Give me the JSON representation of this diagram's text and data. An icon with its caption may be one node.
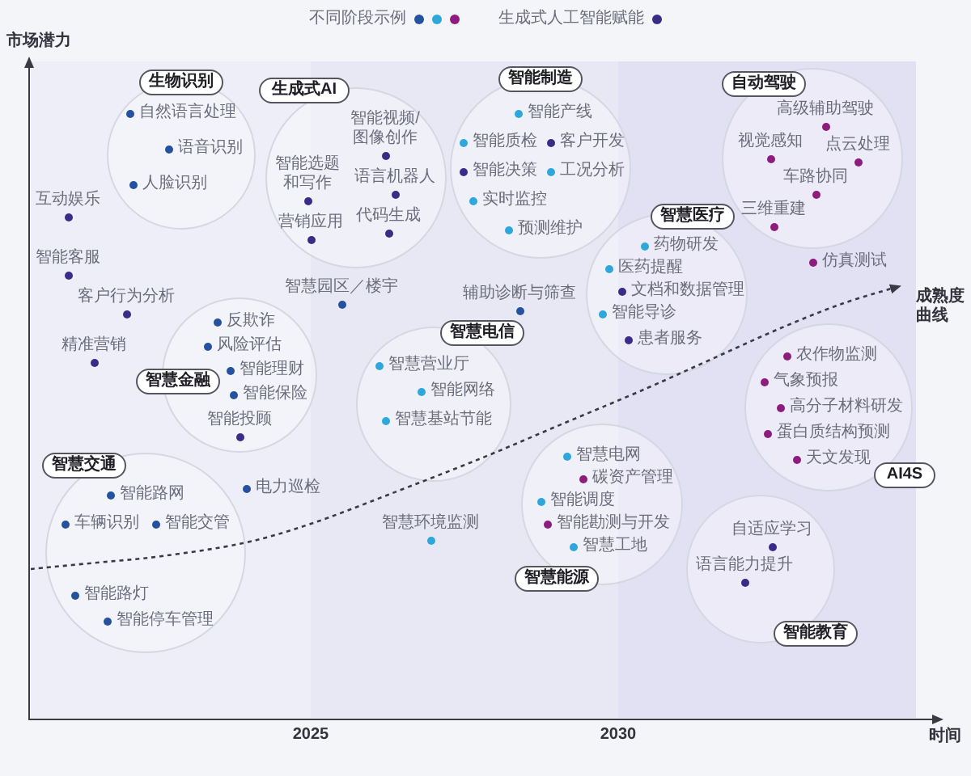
{
  "diagram": {
    "nodes": [
      {
        "text": [
          "生物识别",
          "自然语言处理",
          "语音识别",
          "人脸识别"
        ]
      },
      {
        "text": [
          "生成式AI",
          "智能视频/图像创作",
          "智能选题和写作",
          "语言机器人",
          "营销应用",
          "代码生成"
        ]
      },
      {
        "text": [
          "智能制造",
          "智能产线",
          "智能质检",
          "客户开发",
          "智能决策",
          "工况分析",
          "实时监控",
          "预测维护"
        ]
      },
      {
        "text": [
          "智慧医疗",
          "药物研发",
          "医药提醒",
          "文档和数据管理",
          "智能导诊",
          "患者服务"
        ]
      },
      {
        "text": [
          "自动驾驶",
          "高级辅助驾驶",
          "视觉感知",
          "点云处理",
          "车路协同",
          "三维重建"
        ]
      },
      {
        "text": [
          "智慧金融",
          "反欺诈",
          "风险评估",
          "智能理财",
          "智能保险",
          "智能投顾"
        ]
      },
      {
        "text": [
          "智慧电信",
          "智慧营业厅",
          "智能网络",
          "智慧基站节能"
        ]
      },
      {
        "text": [
          "农作物监测",
          "气象预报",
          "高分子材料研发",
          "蛋白质结构预测",
          "天文发现",
          "AI4S"
        ]
      },
      {
        "text": [
          "智慧交通",
          "智能路网",
          "车辆识别",
          "智能交管",
          "智能路灯",
          "智能停车管理"
        ]
      },
      {
        "text": [
          "智慧电网",
          "碳资产管理",
          "智能调度",
          "智能勘测与开发",
          "智慧工地",
          "智慧能源"
        ]
      },
      {
        "text": [
          "自适应学习",
          "语言能力提升",
          "智能教育"
        ]
      }
    ],
    "labels": [
      "市场潜力",
      "成熟度曲线",
      "仿真测试",
      "互动娱乐",
      "智能客服",
      "智慧园区／楼宇",
      "客户行为分析",
      "辅助诊断与筛查",
      "精准营销",
      "智慧环境监测",
      "电力巡检",
      "2025",
      "2030",
      "时间"
    ],
    "legend": [
      {
        "text": "不同阶段示例"
      },
      {
        "text": "生成式人工智能赋能",
        "color": "#3a2b88"
      }
    ]
  }
}
